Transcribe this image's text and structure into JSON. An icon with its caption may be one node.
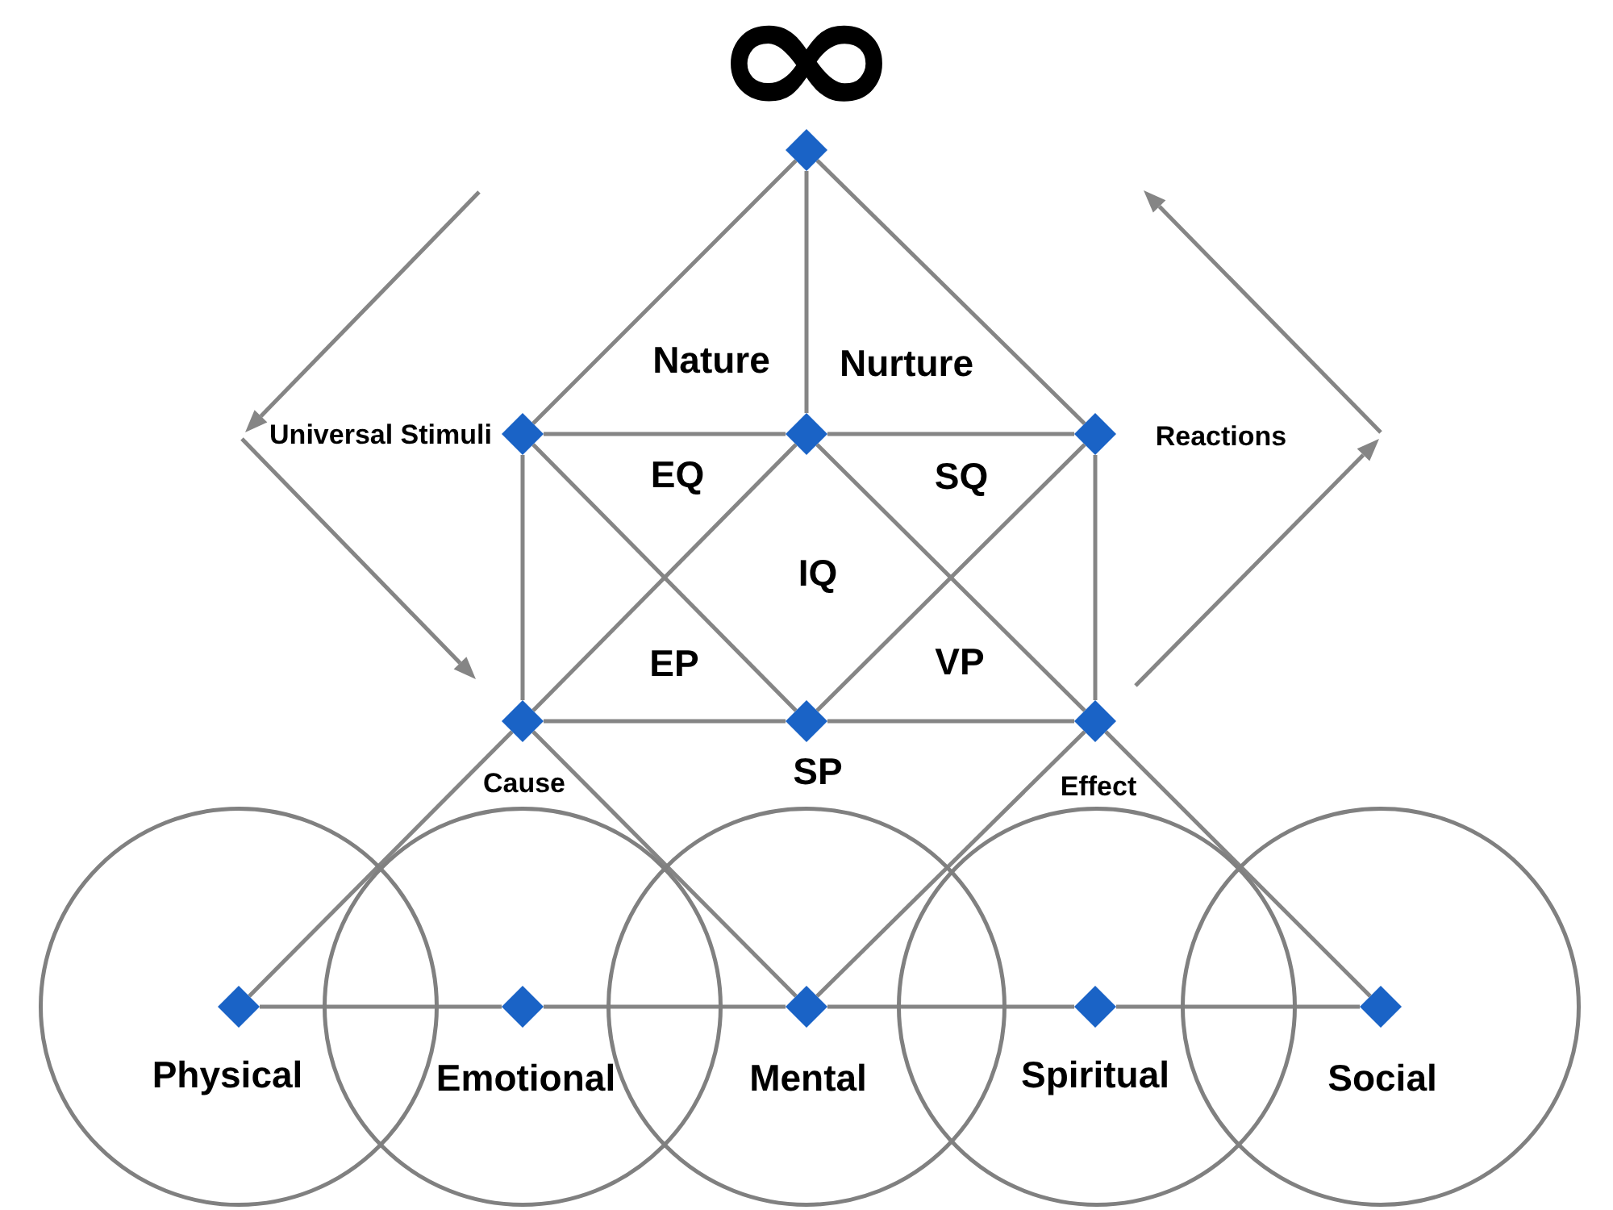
{
  "diagram": {
    "nodes": [
      {
        "text": [],
        "shape": "diamond",
        "beside": [
          "∞"
        ]
      },
      {
        "text": [],
        "shape": "diamond",
        "beside": [
          "Universal Stimuli"
        ]
      },
      {
        "text": [],
        "shape": "diamond"
      },
      {
        "text": [],
        "shape": "diamond",
        "beside": [
          "Reactions"
        ]
      },
      {
        "text": [],
        "shape": "diamond",
        "beside": [
          "Cause"
        ]
      },
      {
        "text": [],
        "shape": "diamond"
      },
      {
        "text": [],
        "shape": "diamond",
        "beside": [
          "Effect"
        ]
      },
      {
        "text": [
          "Physical"
        ]
      },
      {
        "text": [],
        "shape": "diamond",
        "in": 7
      },
      {
        "text": [
          "Emotional"
        ]
      },
      {
        "text": [],
        "shape": "diamond",
        "in": 9
      },
      {
        "text": [
          "Mental"
        ]
      },
      {
        "text": [],
        "shape": "diamond",
        "in": 11
      },
      {
        "text": [
          "Spiritual"
        ]
      },
      {
        "text": [],
        "shape": "diamond",
        "in": 13
      },
      {
        "text": [
          "Social"
        ]
      },
      {
        "text": [],
        "shape": "diamond",
        "in": 15
      }
    ],
    "edges": [
      {
        "from": 0,
        "to": 1,
        "arrow": "none"
      },
      {
        "from": 0,
        "to": 2,
        "arrow": "none"
      },
      {
        "from": 0,
        "to": 3,
        "arrow": "none"
      },
      {
        "from": 1,
        "to": 2,
        "arrow": "none"
      },
      {
        "from": 2,
        "to": 3,
        "arrow": "none"
      },
      {
        "from": 1,
        "to": 4,
        "arrow": "none"
      },
      {
        "from": 1,
        "to": 5,
        "arrow": "none"
      },
      {
        "from": 2,
        "to": 4,
        "arrow": "none"
      },
      {
        "from": 2,
        "to": 6,
        "arrow": "none"
      },
      {
        "from": 3,
        "to": 5,
        "arrow": "none"
      },
      {
        "from": 3,
        "to": 6,
        "arrow": "none"
      },
      {
        "from": 4,
        "to": 5,
        "arrow": "none"
      },
      {
        "from": 5,
        "to": 6,
        "arrow": "none"
      },
      {
        "from": 4,
        "to": 8,
        "arrow": "none"
      },
      {
        "from": 4,
        "to": 12,
        "arrow": "none"
      },
      {
        "from": 6,
        "to": 12,
        "arrow": "none"
      },
      {
        "from": 6,
        "to": 16,
        "arrow": "none"
      },
      {
        "from": 8,
        "to": 10,
        "arrow": "none"
      },
      {
        "from": 10,
        "to": 12,
        "arrow": "none"
      },
      {
        "from": 12,
        "to": 14,
        "arrow": "none"
      },
      {
        "from": 14,
        "to": 16,
        "arrow": "none"
      }
    ],
    "labels": [
      "Nature",
      "Nurture",
      "EQ",
      "SQ",
      "IQ",
      "EP",
      "VP",
      "SP"
    ]
  }
}
